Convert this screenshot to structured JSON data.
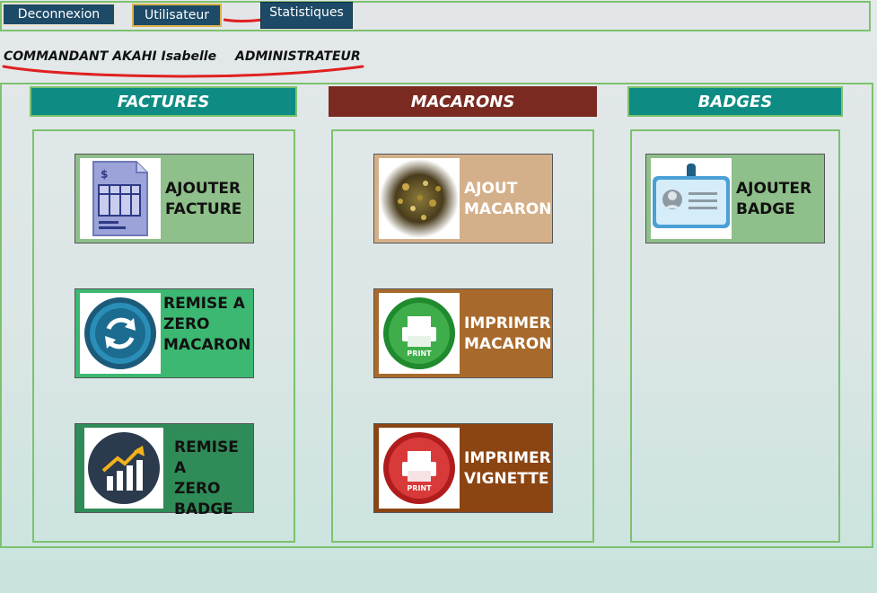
{
  "nav": {
    "logout": "Deconnexion",
    "user": "Utilisateur",
    "stats": "Statistiques"
  },
  "user": {
    "name": "COMMANDANT AKAHI Isabelle",
    "role": "ADMINISTRATEUR"
  },
  "columns": {
    "factures": {
      "title": "FACTURES",
      "header_color": "#0e8c83",
      "tiles": [
        {
          "label": "AJOUTER\nFACTURE",
          "icon": "invoice-icon",
          "color": "#8fbf8a"
        },
        {
          "label": "REMISE A\nZERO\nMACARON",
          "icon": "refresh-icon",
          "color": "#3cb872"
        },
        {
          "label": "REMISE A\nZERO\nBADGE",
          "icon": "growth-chart-icon",
          "color": "#2f8b57"
        }
      ]
    },
    "macarons": {
      "title": "MACARONS",
      "header_color": "#7a2a20",
      "tiles": [
        {
          "label": "AJOUT\nMACARON",
          "icon": "macaron-mosaic-icon",
          "color": "#d4b08a"
        },
        {
          "label": "IMPRIMER\nMACARON",
          "icon": "print-green-icon",
          "color": "#a86a2c"
        },
        {
          "label": "IMPRIMER\nVIGNETTE",
          "icon": "print-red-icon",
          "color": "#8b4513"
        }
      ]
    },
    "badges": {
      "title": "BADGES",
      "header_color": "#0e8c83",
      "tiles": [
        {
          "label": "AJOUTER\nBADGE",
          "icon": "id-badge-icon",
          "color": "#8fbf8a"
        }
      ]
    }
  }
}
